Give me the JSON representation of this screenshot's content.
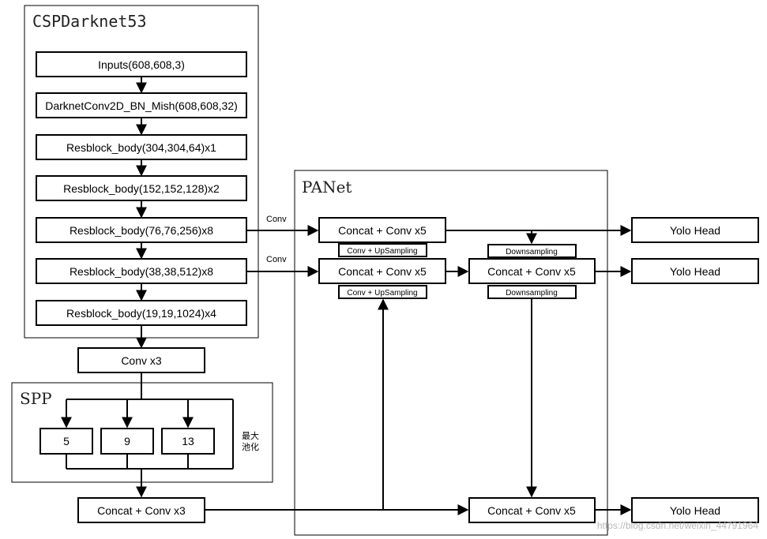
{
  "groups": {
    "backbone": "CSPDarknet53",
    "spp": "SPP",
    "panet": "PANet"
  },
  "backbone_blocks": [
    "Inputs(608,608,3)",
    "DarknetConv2D_BN_Mish(608,608,32)",
    "Resblock_body(304,304,64)x1",
    "Resblock_body(152,152,128)x2",
    "Resblock_body(76,76,256)x8",
    "Resblock_body(38,38,512)x8",
    "Resblock_body(19,19,1024)x4"
  ],
  "conv3": "Conv x3",
  "spp": {
    "pools": [
      "5",
      "9",
      "13"
    ],
    "side_note_line1": "最大",
    "side_note_line2": "池化"
  },
  "spp_out": "Concat + Conv x3",
  "panet": {
    "top_concat": "Concat + Conv x5",
    "mid_concat": "Concat + Conv x5",
    "mid_right_concat": "Concat + Conv x5",
    "bottom_concat": "Concat + Conv x5",
    "upsample_label_1": "Conv + UpSampling",
    "upsample_label_2": "Conv + UpSampling",
    "downsample_label_1": "Downsampling",
    "downsample_label_2": "Downsampling"
  },
  "edge_labels": {
    "conv_top": "Conv",
    "conv_mid": "Conv"
  },
  "heads": [
    "Yolo Head",
    "Yolo Head",
    "Yolo Head"
  ],
  "watermark": "https://blog.csdn.net/weixin_44791964"
}
